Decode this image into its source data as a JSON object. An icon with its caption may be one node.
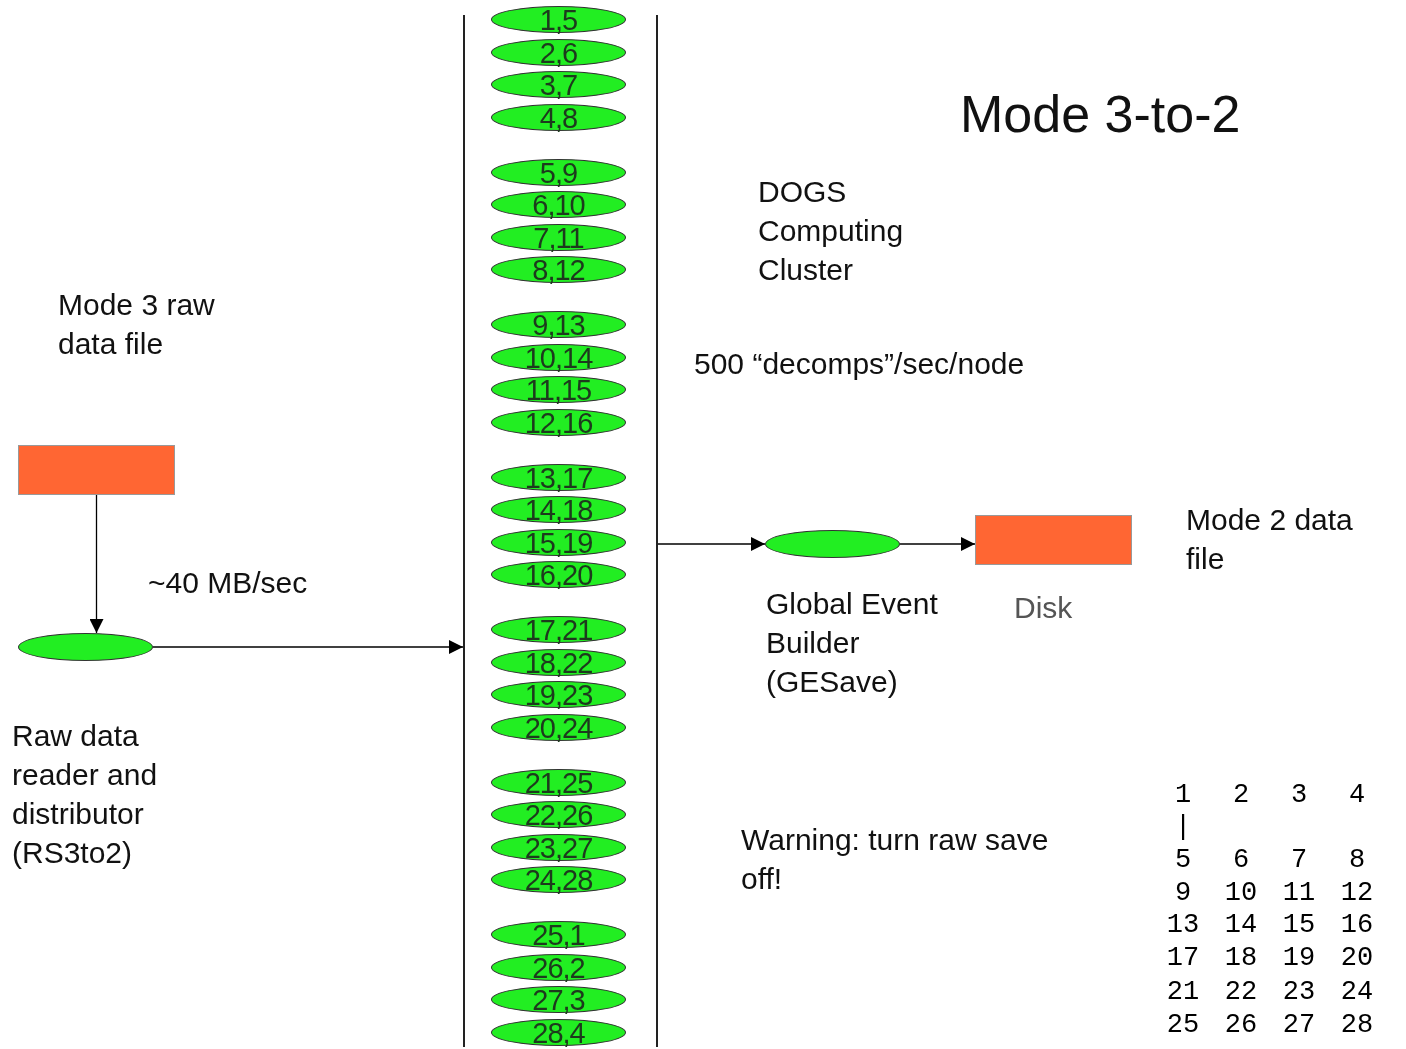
{
  "diagram": {
    "title": "Mode 3-to-2",
    "nodes": [
      {
        "text": [],
        "shape": "box",
        "beside": [
          "Mode 3 raw data file"
        ]
      },
      {
        "text": [],
        "shape": "ellipse",
        "beside": [
          "Raw data reader and distributor (RS3to2)"
        ]
      },
      {
        "text": [],
        "shape": "box",
        "beside": [
          "DOGS Computing Cluster",
          "500 “decomps”/sec/node"
        ]
      },
      {
        "text": [
          "1,5"
        ],
        "in": 2
      },
      {
        "text": [
          "2,6"
        ],
        "in": 2
      },
      {
        "text": [
          "3,7"
        ],
        "in": 2
      },
      {
        "text": [
          "4,8"
        ],
        "in": 2
      },
      {
        "text": [
          "5,9"
        ],
        "in": 2
      },
      {
        "text": [
          "6,10"
        ],
        "in": 2
      },
      {
        "text": [
          "7,11"
        ],
        "in": 2
      },
      {
        "text": [
          "8,12"
        ],
        "in": 2
      },
      {
        "text": [
          "9,13"
        ],
        "in": 2
      },
      {
        "text": [
          "10,14"
        ],
        "in": 2
      },
      {
        "text": [
          "11,15"
        ],
        "in": 2
      },
      {
        "text": [
          "12,16"
        ],
        "in": 2
      },
      {
        "text": [
          "13,17"
        ],
        "in": 2
      },
      {
        "text": [
          "14,18"
        ],
        "in": 2
      },
      {
        "text": [
          "15,19"
        ],
        "in": 2
      },
      {
        "text": [
          "16,20"
        ],
        "in": 2
      },
      {
        "text": [
          "17,21"
        ],
        "in": 2
      },
      {
        "text": [
          "18,22"
        ],
        "in": 2
      },
      {
        "text": [
          "19,23"
        ],
        "in": 2
      },
      {
        "text": [
          "20,24"
        ],
        "in": 2
      },
      {
        "text": [
          "21,25"
        ],
        "in": 2
      },
      {
        "text": [
          "22,26"
        ],
        "in": 2
      },
      {
        "text": [
          "23,27"
        ],
        "in": 2
      },
      {
        "text": [
          "24,28"
        ],
        "in": 2
      },
      {
        "text": [
          "25,1"
        ],
        "in": 2
      },
      {
        "text": [
          "26,2"
        ],
        "in": 2
      },
      {
        "text": [
          "27,3"
        ],
        "in": 2
      },
      {
        "text": [
          "28,4"
        ],
        "in": 2
      },
      {
        "text": [],
        "shape": "ellipse",
        "beside": [
          "Global Event Builder (GESave)"
        ]
      },
      {
        "text": [],
        "shape": "box",
        "beside": [
          "Disk",
          "Mode 2 data file"
        ]
      }
    ],
    "edges": [
      {
        "from": 0,
        "to": 1,
        "arrow": "to"
      },
      {
        "from": 1,
        "to": 2,
        "arrow": "to",
        "label": "~40 MB/sec"
      },
      {
        "from": 2,
        "to": 31,
        "arrow": "to"
      },
      {
        "from": 31,
        "to": 32,
        "arrow": "to"
      }
    ],
    "labels": [
      "Warning: turn raw save off!",
      "1",
      "2",
      "3",
      "4",
      "|",
      "5",
      "6",
      "7",
      "8",
      "9",
      "10",
      "11",
      "12",
      "13",
      "14",
      "15",
      "16",
      "17",
      "18",
      "19",
      "20",
      "21",
      "22",
      "23",
      "24",
      "25",
      "26",
      "27",
      "28"
    ]
  }
}
